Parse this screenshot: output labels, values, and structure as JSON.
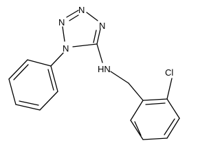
{
  "atoms": {
    "n1": "N",
    "n2": "N",
    "n3": "N",
    "n4": "N",
    "nh": "HN",
    "cl": "Cl"
  },
  "colors": {
    "bond": "#000000",
    "label": "#000000",
    "background": "#ffffff"
  }
}
